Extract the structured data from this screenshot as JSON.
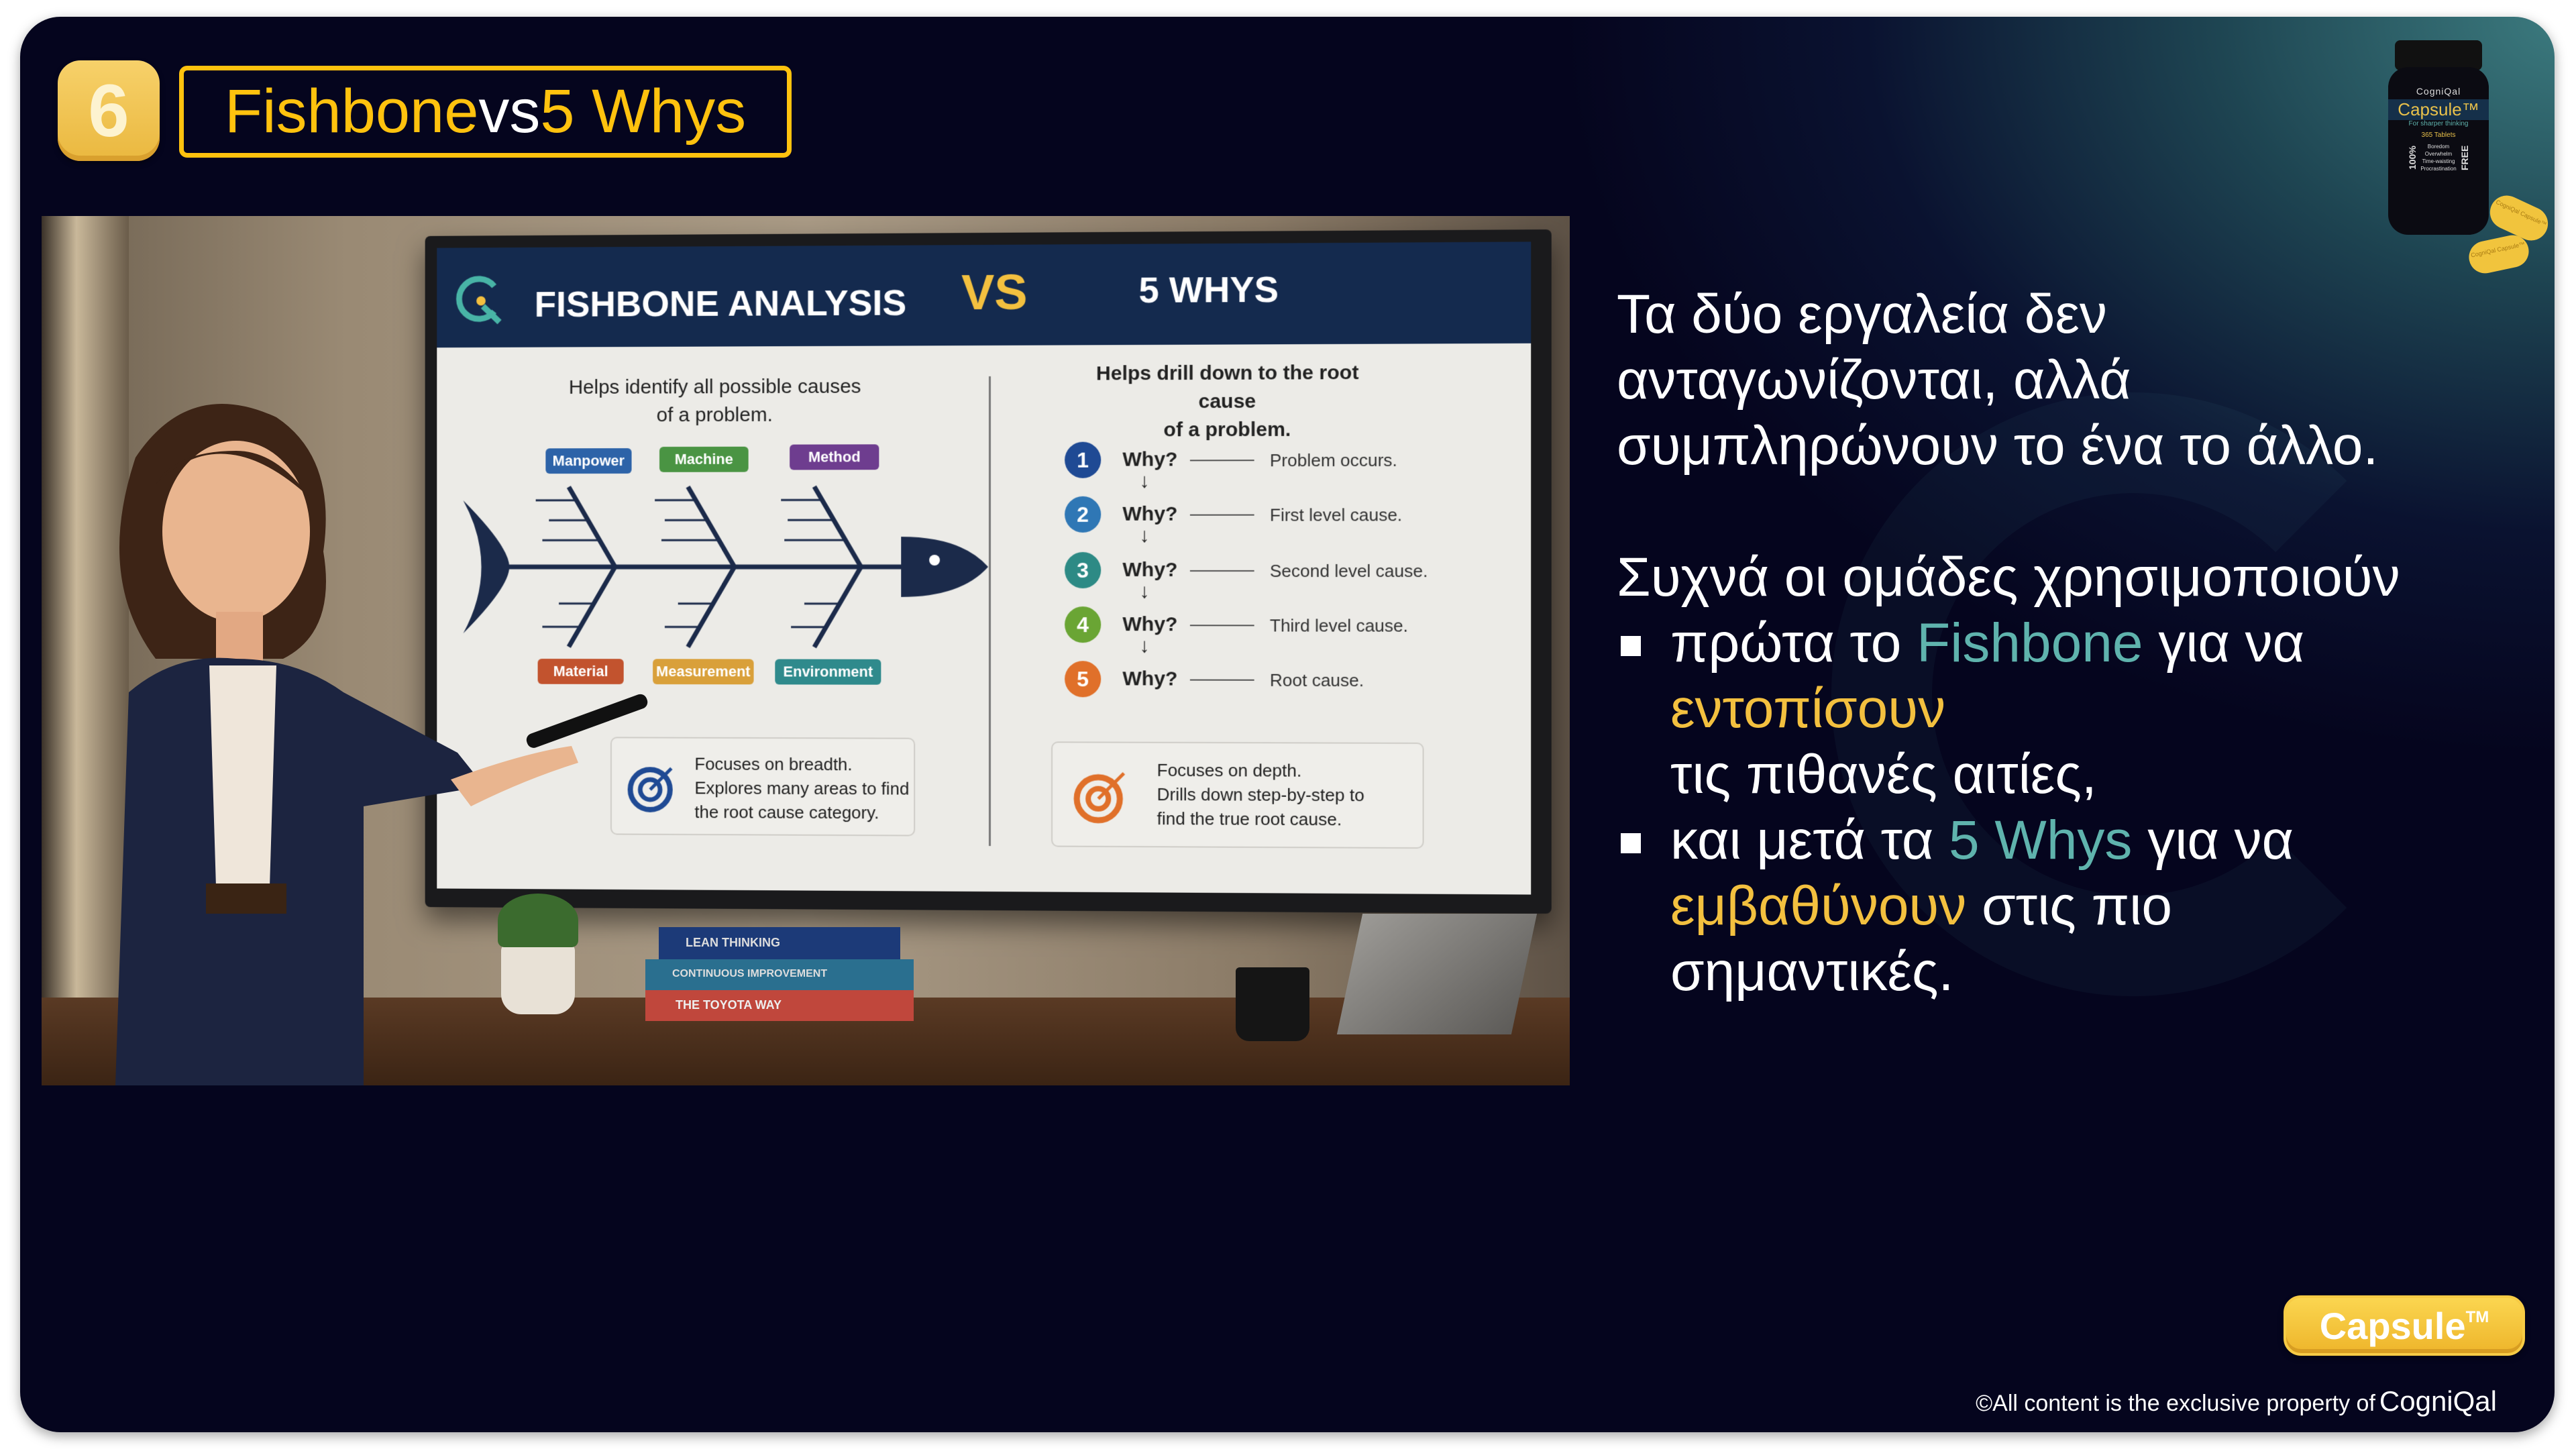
{
  "slide": {
    "number": "6",
    "title": {
      "part1": "Fishbone",
      "vs": "vs",
      "part2": "5 Whys"
    },
    "body": {
      "paragraph1": [
        "Τα δύο εργαλεία δεν",
        "ανταγωνίζονται, αλλά",
        "συμπληρώνουν το ένα το άλλο."
      ],
      "paragraph2": "Συχνά οι ομάδες χρησιμοποιούν",
      "bullets": [
        {
          "pre": "πρώτα το ",
          "highlight1": "Fishbone",
          "mid": " για να",
          "highlight2": "εντοπίσουν",
          "post": "τις πιθανές αιτίες,"
        },
        {
          "pre": "και μετά τα ",
          "highlight1": "5 Whys",
          "mid": " για να",
          "highlight2": "εμβαθύνουν",
          "post_inline": " στις πιο",
          "post": "σημαντικές."
        }
      ]
    },
    "capsule_button": {
      "label": "Capsule",
      "tm": "TM"
    },
    "footer": {
      "text": "©All content is the exclusive property of",
      "brand": "CogniQal"
    },
    "product": {
      "brand": "CogniQal",
      "name": "Capsule™",
      "tagline": "For sharper thinking",
      "count": "365 Tablets",
      "percent": "100%",
      "free": "FREE",
      "items": [
        "Boredom",
        "Overwhelm",
        "Time-waisting",
        "Procrastination"
      ],
      "pill_text": "CogniQal Capsule™"
    }
  },
  "board": {
    "left_title": "FISHBONE ANALYSIS",
    "vs": "VS",
    "right_title": "5 WHYS",
    "left_subtitle": [
      "Helps identify all possible causes",
      "of a problem."
    ],
    "categories_top": [
      {
        "label": "Manpower",
        "color": "#2d63a8"
      },
      {
        "label": "Machine",
        "color": "#4a9443"
      },
      {
        "label": "Method",
        "color": "#6e3d8f"
      }
    ],
    "categories_bottom": [
      {
        "label": "Material",
        "color": "#c2532e"
      },
      {
        "label": "Measurement",
        "color": "#d9a03a"
      },
      {
        "label": "Environment",
        "color": "#2f8a8c"
      }
    ],
    "left_box": [
      "Focuses on breadth.",
      "Explores many areas to find",
      "the root cause category."
    ],
    "right_subtitle": [
      "Helps drill down to the root cause",
      "of a problem."
    ],
    "whys": [
      {
        "n": "1",
        "q": "Why?",
        "desc": "Problem occurs.",
        "color": "#1f4a94"
      },
      {
        "n": "2",
        "q": "Why?",
        "desc": "First level cause.",
        "color": "#2f77b5"
      },
      {
        "n": "3",
        "q": "Why?",
        "desc": "Second level cause.",
        "color": "#2d8a85"
      },
      {
        "n": "4",
        "q": "Why?",
        "desc": "Third level cause.",
        "color": "#6aa534"
      },
      {
        "n": "5",
        "q": "Why?",
        "desc": "Root cause.",
        "color": "#e0702a"
      }
    ],
    "right_box": [
      "Focuses on depth.",
      "Drills down step-by-step to",
      "find the true root cause."
    ]
  },
  "books": [
    "LEAN THINKING",
    "CONTINUOUS IMPROVEMENT",
    "THE TOYOTA WAY"
  ],
  "colors": {
    "background": "#05051e",
    "title_yellow": "#ffc20e",
    "teal": "#5fb3ad",
    "gold": "#f3c03f"
  }
}
